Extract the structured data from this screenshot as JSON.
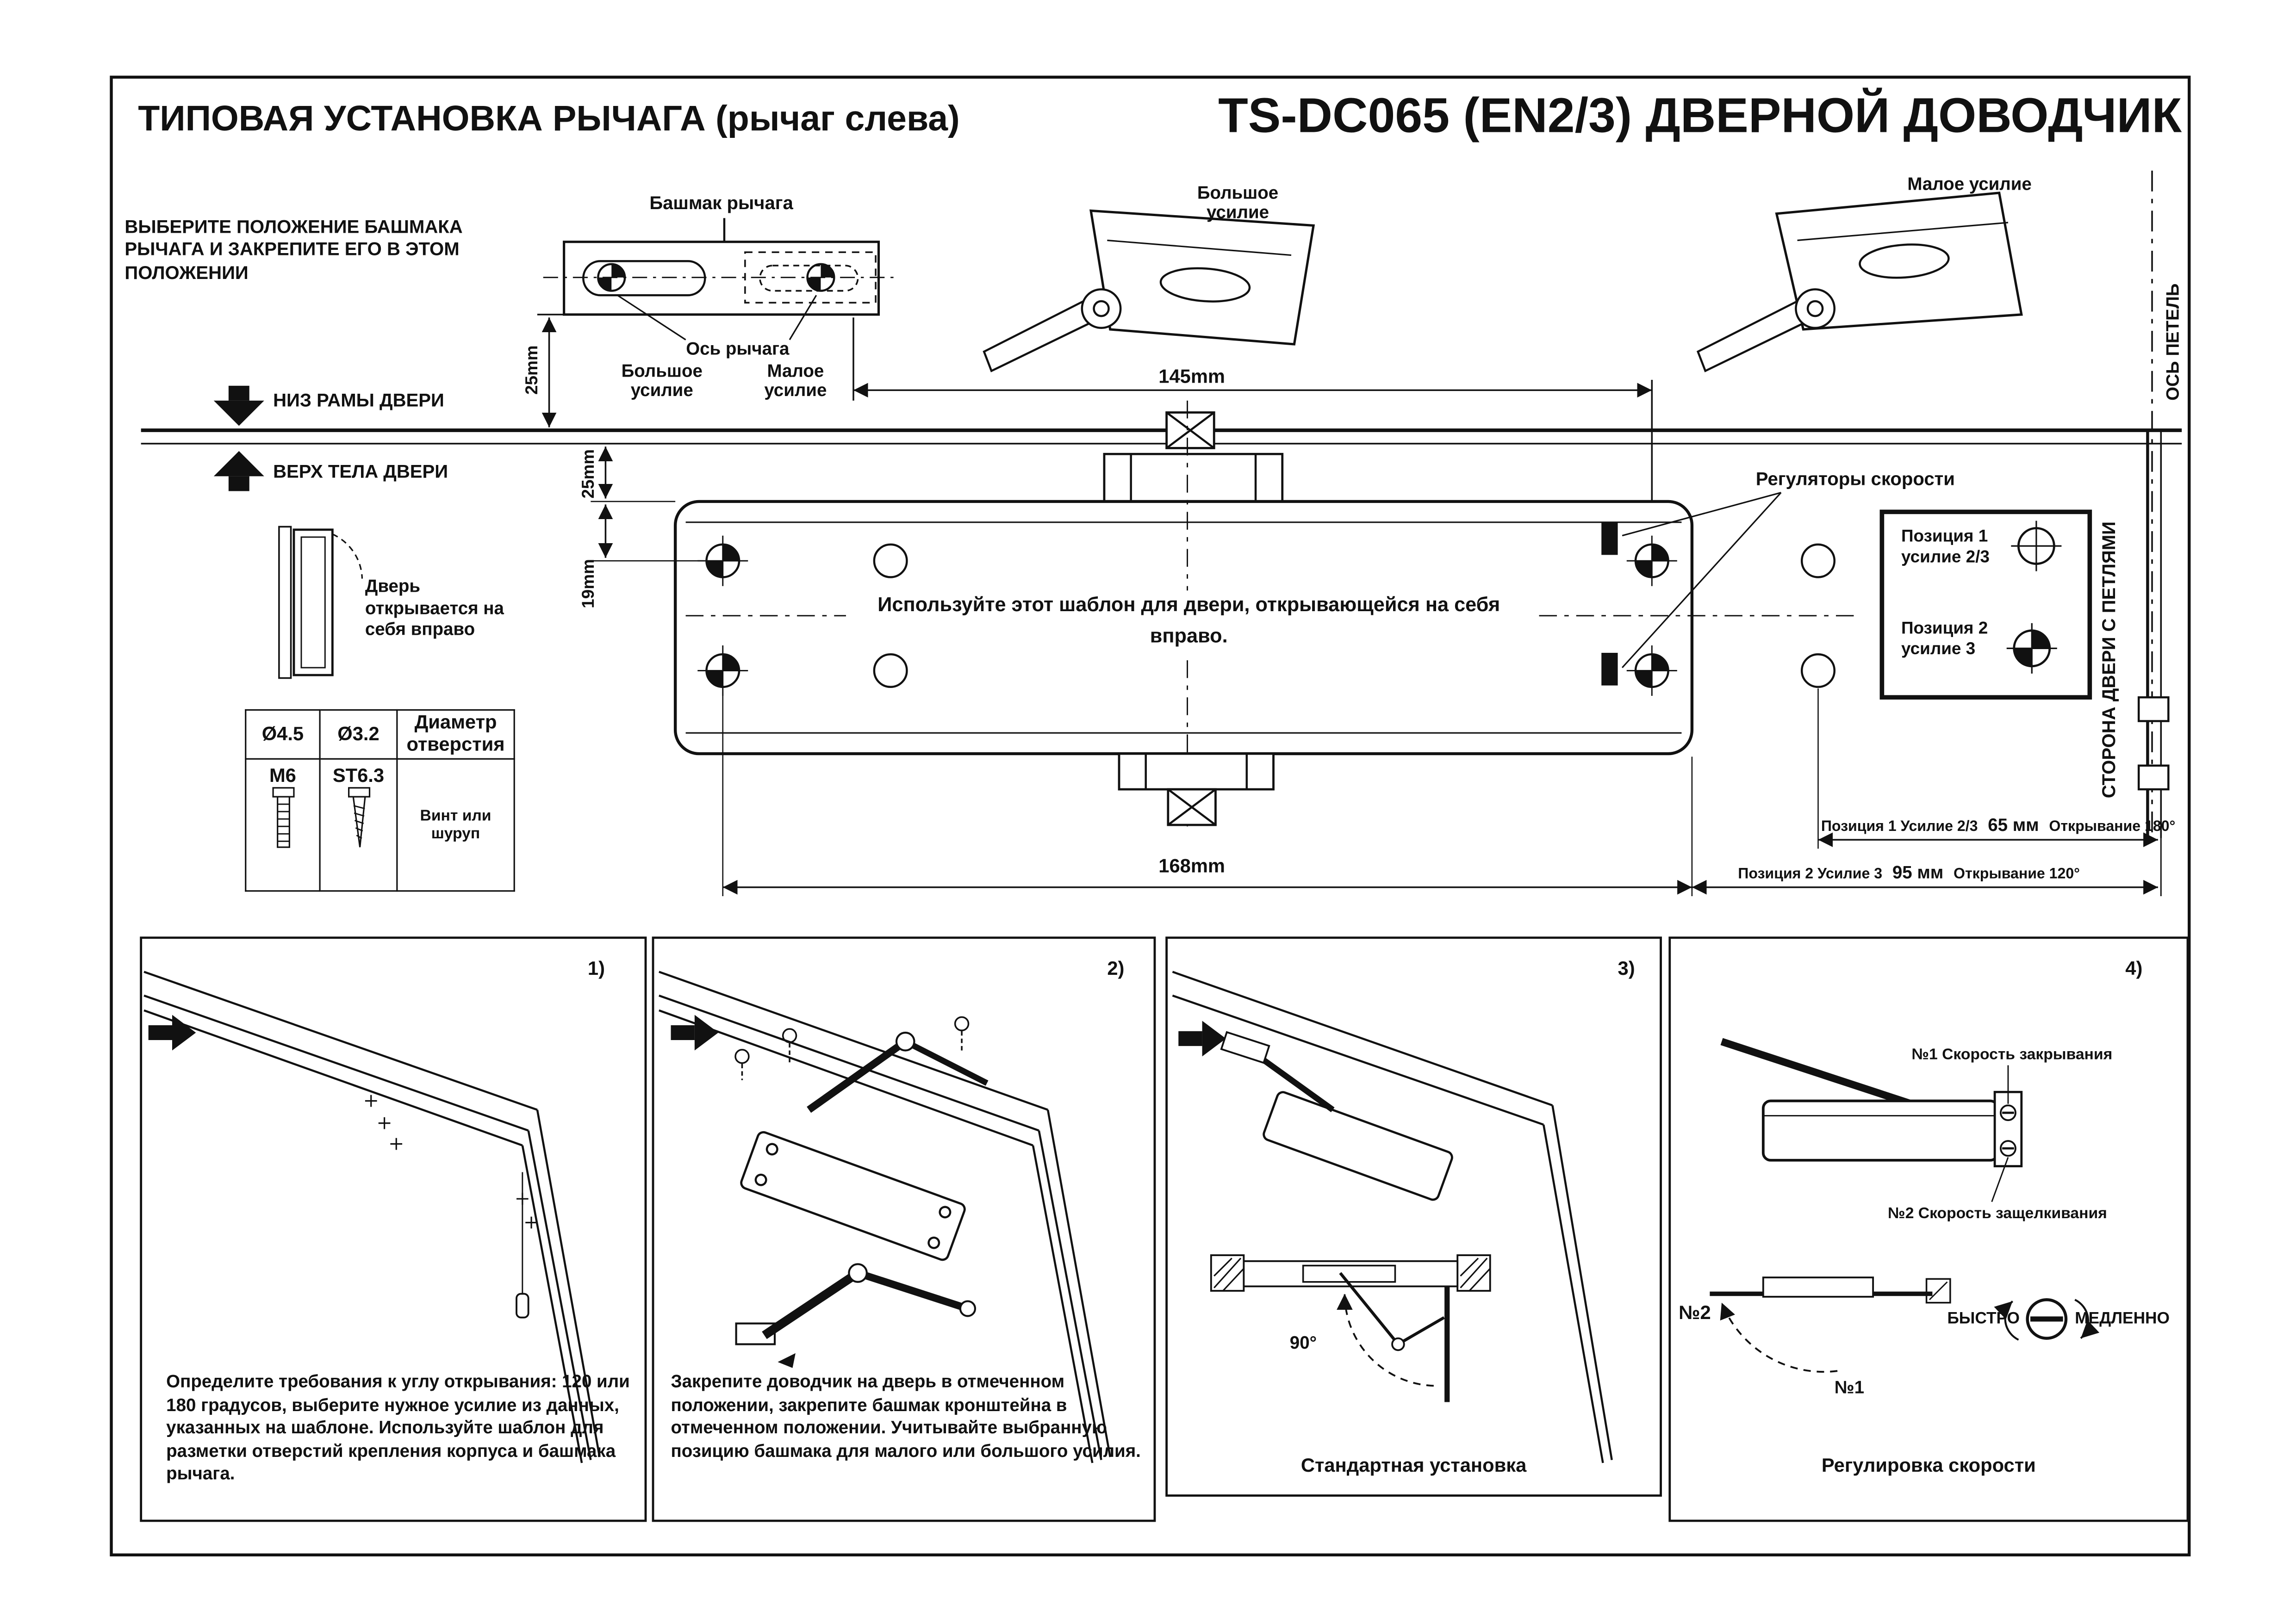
{
  "page": {
    "title_left": "ТИПОВАЯ УСТАНОВКА РЫЧАГА (рычаг слева)",
    "title_right": "TS-DC065 (EN2/3) ДВЕРНОЙ ДОВОДЧИК"
  },
  "top_section": {
    "choose_instruction": "ВЫБЕРИТЕ ПОЛОЖЕНИЕ БАШМАКА РЫЧАГА И ЗАКРЕПИТЕ ЕГО В ЭТОМ ПОЛОЖЕНИИ",
    "shoe_label": "Башмак рычага",
    "axis_label": "Ось рычага",
    "shoe_force_big": "Большое усилие",
    "shoe_force_small": "Малое усилие",
    "dim_25_shoe": "25mm",
    "arm_big_label": "Большое усилие",
    "arm_small_label": "Малое усилие",
    "hinge_axis_label": "ОСЬ ПЕТЕЛЬ",
    "dim_145": "145mm",
    "frame_bottom_label": "НИЗ РАМЫ ДВЕРИ",
    "door_top_label": "ВЕРХ ТЕЛА ДВЕРИ",
    "dim_25_body": "25mm",
    "dim_19": "19mm",
    "door_note": "Дверь открывается на себя вправо",
    "template_note": "Используйте этот шаблон для двери, открывающейся на себя вправо.",
    "speed_regulators_label": "Регуляторы скорости",
    "position_box": {
      "pos1_line1": "Позиция 1",
      "pos1_line2": "усилие 2/3",
      "pos2_line1": "Позиция 2",
      "pos2_line2": "усилие 3"
    },
    "hinge_side_label": "СТОРОНА ДВЕРИ С ПЕТЛЯМИ",
    "dim_168": "168mm",
    "pos1_dim": {
      "prefix": "Позиция 1  Усилие 2/3",
      "value": "65 мм",
      "suffix": "Открывание 180°"
    },
    "pos2_dim": {
      "prefix": "Позиция 2  Усилие 3",
      "value": "95 мм",
      "suffix": "Открывание 120°"
    }
  },
  "hole_table": {
    "d1": "Ø4.5",
    "d2": "Ø3.2",
    "d_label": "Диаметр отверстия",
    "s1": "M6",
    "s2": "ST6.3",
    "s_label": "Винт или шуруп"
  },
  "steps": {
    "step1": {
      "num": "1)",
      "text": "Определите требования к углу открывания: 120 или 180 градусов, выберите нужное усилие из данных, указанных на шаблоне. Используйте шаблон для разметки отверстий крепления корпуса и башмака рычага."
    },
    "step2": {
      "num": "2)",
      "text": "Закрепите доводчик на дверь в отмеченном положении, закрепите башмак кронштейна в отмеченном положении. Учитывайте выбранную позицию башмака для малого или большого усилия."
    },
    "step3": {
      "num": "3)",
      "angle": "90°",
      "caption": "Стандартная установка"
    },
    "step4": {
      "num": "4)",
      "label_close": "№1 Скорость закрывания",
      "label_latch": "№2 Скорость защелкивания",
      "n1": "№1",
      "n2": "№2",
      "fast": "БЫСТРО",
      "slow": "МЕДЛЕННО",
      "caption": "Регулировка скорости"
    }
  },
  "colors": {
    "ink": "#111111",
    "paper": "#ffffff"
  }
}
